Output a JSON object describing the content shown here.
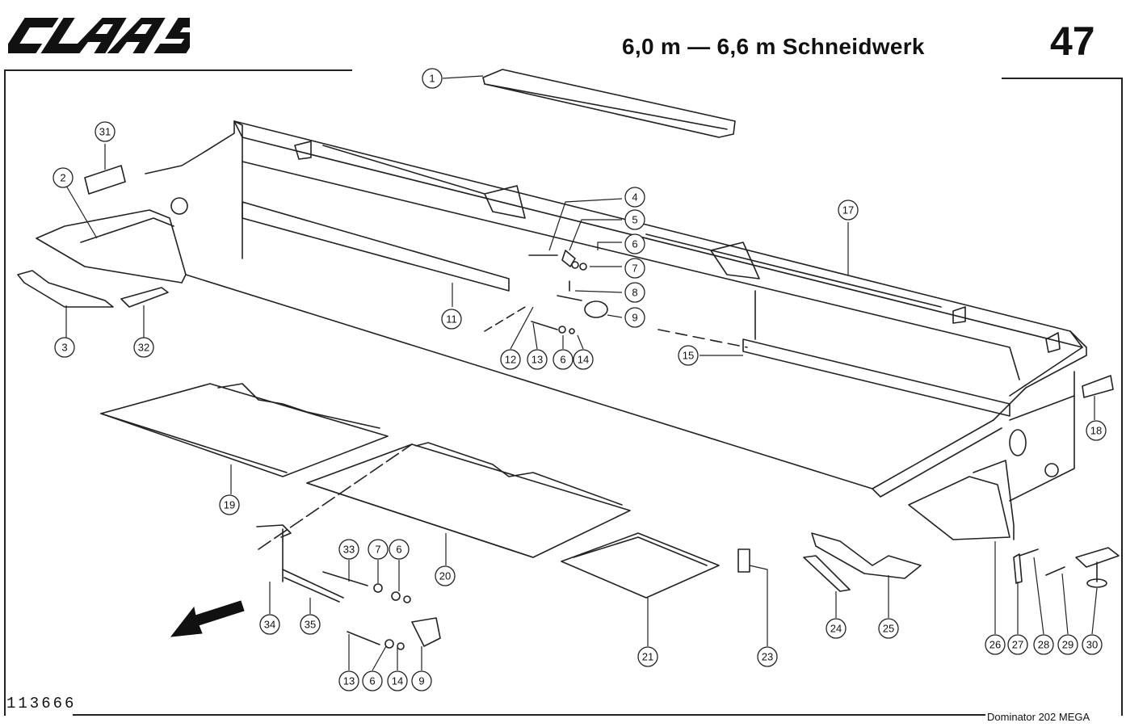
{
  "header": {
    "brand": "CLAAS",
    "title": "6,0 m — 6,6 m Schneidwerk",
    "page_number": "47"
  },
  "footer": {
    "document_number": "113666",
    "model": "Dominator  202 MEGA"
  },
  "callouts": [
    {
      "id": "c1",
      "label": "1"
    },
    {
      "id": "c2",
      "label": "2"
    },
    {
      "id": "c3",
      "label": "3"
    },
    {
      "id": "c4",
      "label": "4"
    },
    {
      "id": "c5",
      "label": "5"
    },
    {
      "id": "c6a",
      "label": "6"
    },
    {
      "id": "c7a",
      "label": "7"
    },
    {
      "id": "c8",
      "label": "8"
    },
    {
      "id": "c9a",
      "label": "9"
    },
    {
      "id": "c11",
      "label": "11"
    },
    {
      "id": "c12",
      "label": "12"
    },
    {
      "id": "c13a",
      "label": "13"
    },
    {
      "id": "c6b",
      "label": "6"
    },
    {
      "id": "c14a",
      "label": "14"
    },
    {
      "id": "c15",
      "label": "15"
    },
    {
      "id": "c17",
      "label": "17"
    },
    {
      "id": "c18",
      "label": "18"
    },
    {
      "id": "c19",
      "label": "19"
    },
    {
      "id": "c20",
      "label": "20"
    },
    {
      "id": "c21",
      "label": "21"
    },
    {
      "id": "c23",
      "label": "23"
    },
    {
      "id": "c24",
      "label": "24"
    },
    {
      "id": "c25",
      "label": "25"
    },
    {
      "id": "c26",
      "label": "26"
    },
    {
      "id": "c27",
      "label": "27"
    },
    {
      "id": "c28",
      "label": "28"
    },
    {
      "id": "c29",
      "label": "29"
    },
    {
      "id": "c30",
      "label": "30"
    },
    {
      "id": "c31",
      "label": "31"
    },
    {
      "id": "c32",
      "label": "32"
    },
    {
      "id": "c33",
      "label": "33"
    },
    {
      "id": "c7b",
      "label": "7"
    },
    {
      "id": "c6c",
      "label": "6"
    },
    {
      "id": "c34",
      "label": "34"
    },
    {
      "id": "c35",
      "label": "35"
    },
    {
      "id": "c13b",
      "label": "13"
    },
    {
      "id": "c6d",
      "label": "6"
    },
    {
      "id": "c14b",
      "label": "14"
    },
    {
      "id": "c9b",
      "label": "9"
    }
  ]
}
